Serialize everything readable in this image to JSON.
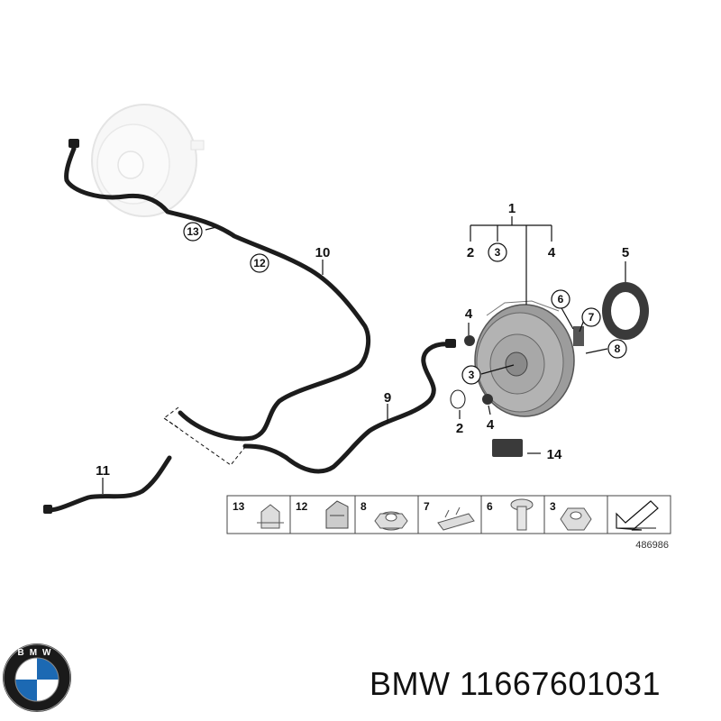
{
  "diagram_number": "486986",
  "brand": "BMW",
  "part_number": "11667601031",
  "logo": {
    "lettering": "BMW",
    "colors": {
      "blue": "#1c69b3",
      "white": "#ffffff",
      "ring": "#1a1a1a"
    }
  },
  "callouts": {
    "c1": "1",
    "c2a": "2",
    "c3a": "3",
    "c4a": "4",
    "c5": "5",
    "c6": "6",
    "c7": "7",
    "c8": "8",
    "c4b": "4",
    "c3b": "3",
    "c2b": "2",
    "c4c": "4",
    "c14": "14",
    "c9": "9",
    "c10": "10",
    "c11": "11",
    "c12": "12",
    "c13": "13"
  },
  "parts_table": [
    {
      "label": "13",
      "icon": "clip-icon"
    },
    {
      "label": "12",
      "icon": "bracket-clip-icon"
    },
    {
      "label": "8",
      "icon": "flange-nut-icon"
    },
    {
      "label": "7",
      "icon": "spring-clip-icon"
    },
    {
      "label": "6",
      "icon": "bolt-icon"
    },
    {
      "label": "3",
      "icon": "hex-nut-icon"
    },
    {
      "label": "",
      "icon": "arrow-icon"
    }
  ]
}
